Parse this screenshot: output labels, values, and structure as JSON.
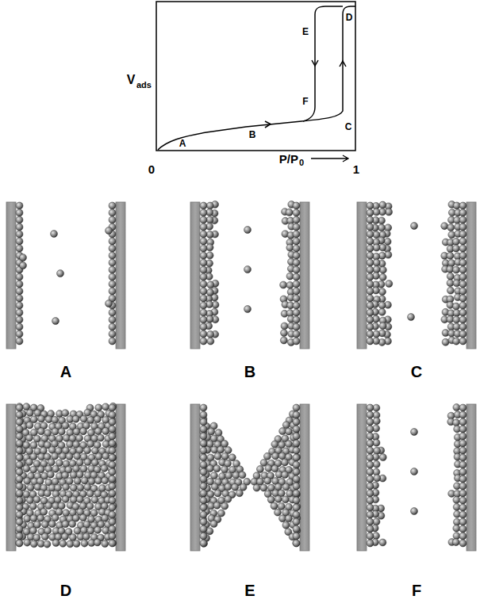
{
  "diagram": {
    "labels": [
      "V",
      "ads",
      "P/P",
      "0",
      "0",
      "1",
      "A",
      "B",
      "C",
      "D",
      "E",
      "F",
      "A",
      "B",
      "C",
      "D",
      "E",
      "F"
    ]
  }
}
